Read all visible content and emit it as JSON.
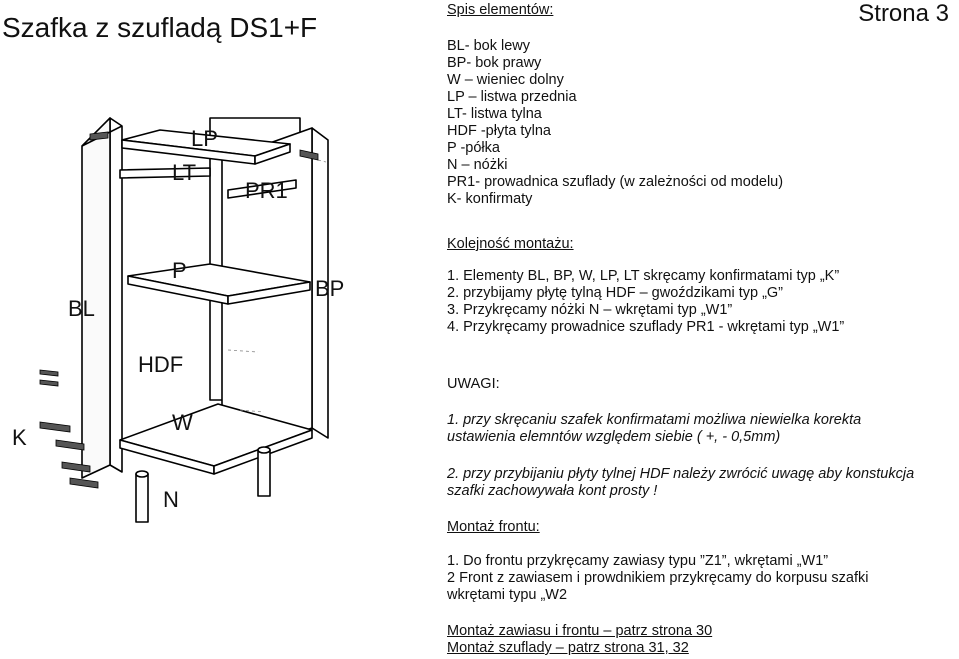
{
  "title": "Szafka z szufladą DS1+F",
  "page_label": "Strona 3",
  "parts_heading": "Spis elementów:",
  "parts": [
    "BL- bok lewy",
    "BP- bok prawy",
    "W – wieniec dolny",
    "LP – listwa przednia",
    "LT- listwa tylna",
    "HDF -płyta tylna",
    "P -półka",
    "N – nóżki",
    "PR1- prowadnica szuflady (w zależności od modelu)",
    "K- konfirmaty"
  ],
  "assembly_heading": "Kolejność montażu:",
  "assembly_steps": [
    "1. Elementy BL, BP, W, LP, LT  skręcamy konfirmatami typ „K”",
    "2. przybijamy płytę tylną HDF – gwoździkami typ „G”",
    "3. Przykręcamy nóżki N – wkrętami typ „W1”",
    "4. Przykręcamy prowadnice szuflady PR1 -  wkrętami typ „W1”"
  ],
  "warning_heading": "UWAGI:",
  "warnings": [
    [
      "1. przy skręcaniu szafek konfirmatami możliwa niewielka korekta",
      "ustawienia elemntów względem siebie ( +, - 0,5mm)"
    ],
    [
      "2. przy przybijaniu płyty tylnej HDF należy zwrócić uwagę aby konstukcja",
      "szafki zachowywała kont prosty !"
    ]
  ],
  "front_heading": "Montaż frontu:",
  "front_steps": [
    "1. Do frontu przykręcamy zawiasy typu ”Z1”, wkrętami „W1”",
    "2  Front z zawiasem i prowdnikiem przykręcamy do korpusu szafki",
    "wkrętami typu „W2"
  ],
  "references": [
    "Montaż zawiasu i frontu – patrz strona 30",
    "Montaż szuflady – patrz strona 31, 32"
  ],
  "diagram_labels": {
    "LP": "LP",
    "LT": "LT",
    "PR1": "PR1",
    "P": "P",
    "BL": "BL",
    "BP": "BP",
    "HDF": "HDF",
    "K": "K",
    "W": "W",
    "N": "N"
  }
}
